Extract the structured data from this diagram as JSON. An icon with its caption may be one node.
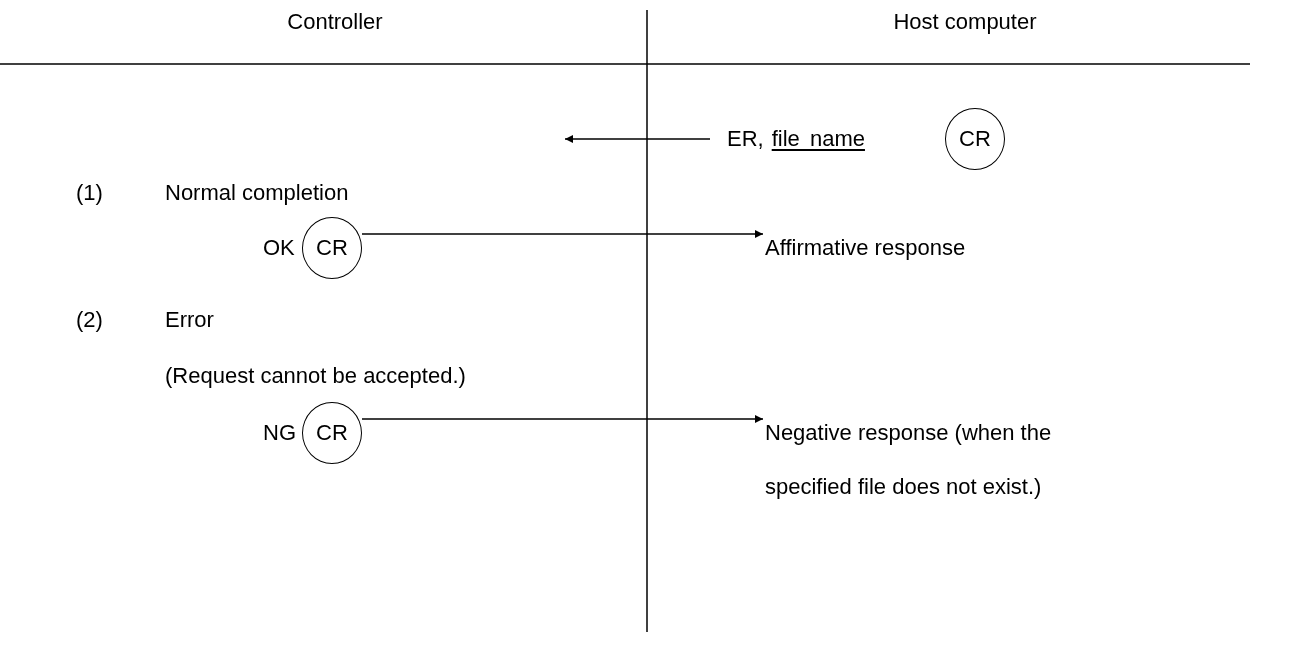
{
  "diagram": {
    "nodes": [
      {
        "text": [
          "ER,",
          "file name"
        ]
      },
      {
        "text": [
          "CR"
        ]
      },
      {
        "text": [
          "OK"
        ]
      },
      {
        "text": [
          "CR"
        ]
      },
      {
        "text": [
          "Affirmative response"
        ]
      },
      {
        "text": [
          "NG"
        ]
      },
      {
        "text": [
          "CR"
        ]
      },
      {
        "text": [
          "Negative response (when the specified file does not exist.)"
        ]
      }
    ],
    "edges": [
      {
        "from": 0,
        "to": null,
        "arrow": "to"
      },
      {
        "from": 3,
        "to": 4,
        "arrow": "to"
      },
      {
        "from": 6,
        "to": 7,
        "arrow": "to"
      }
    ],
    "labels": [
      "Controller",
      "Host computer",
      "(1)",
      "Normal completion",
      "(2)",
      "Error",
      "(Request cannot be accepted.)"
    ]
  }
}
